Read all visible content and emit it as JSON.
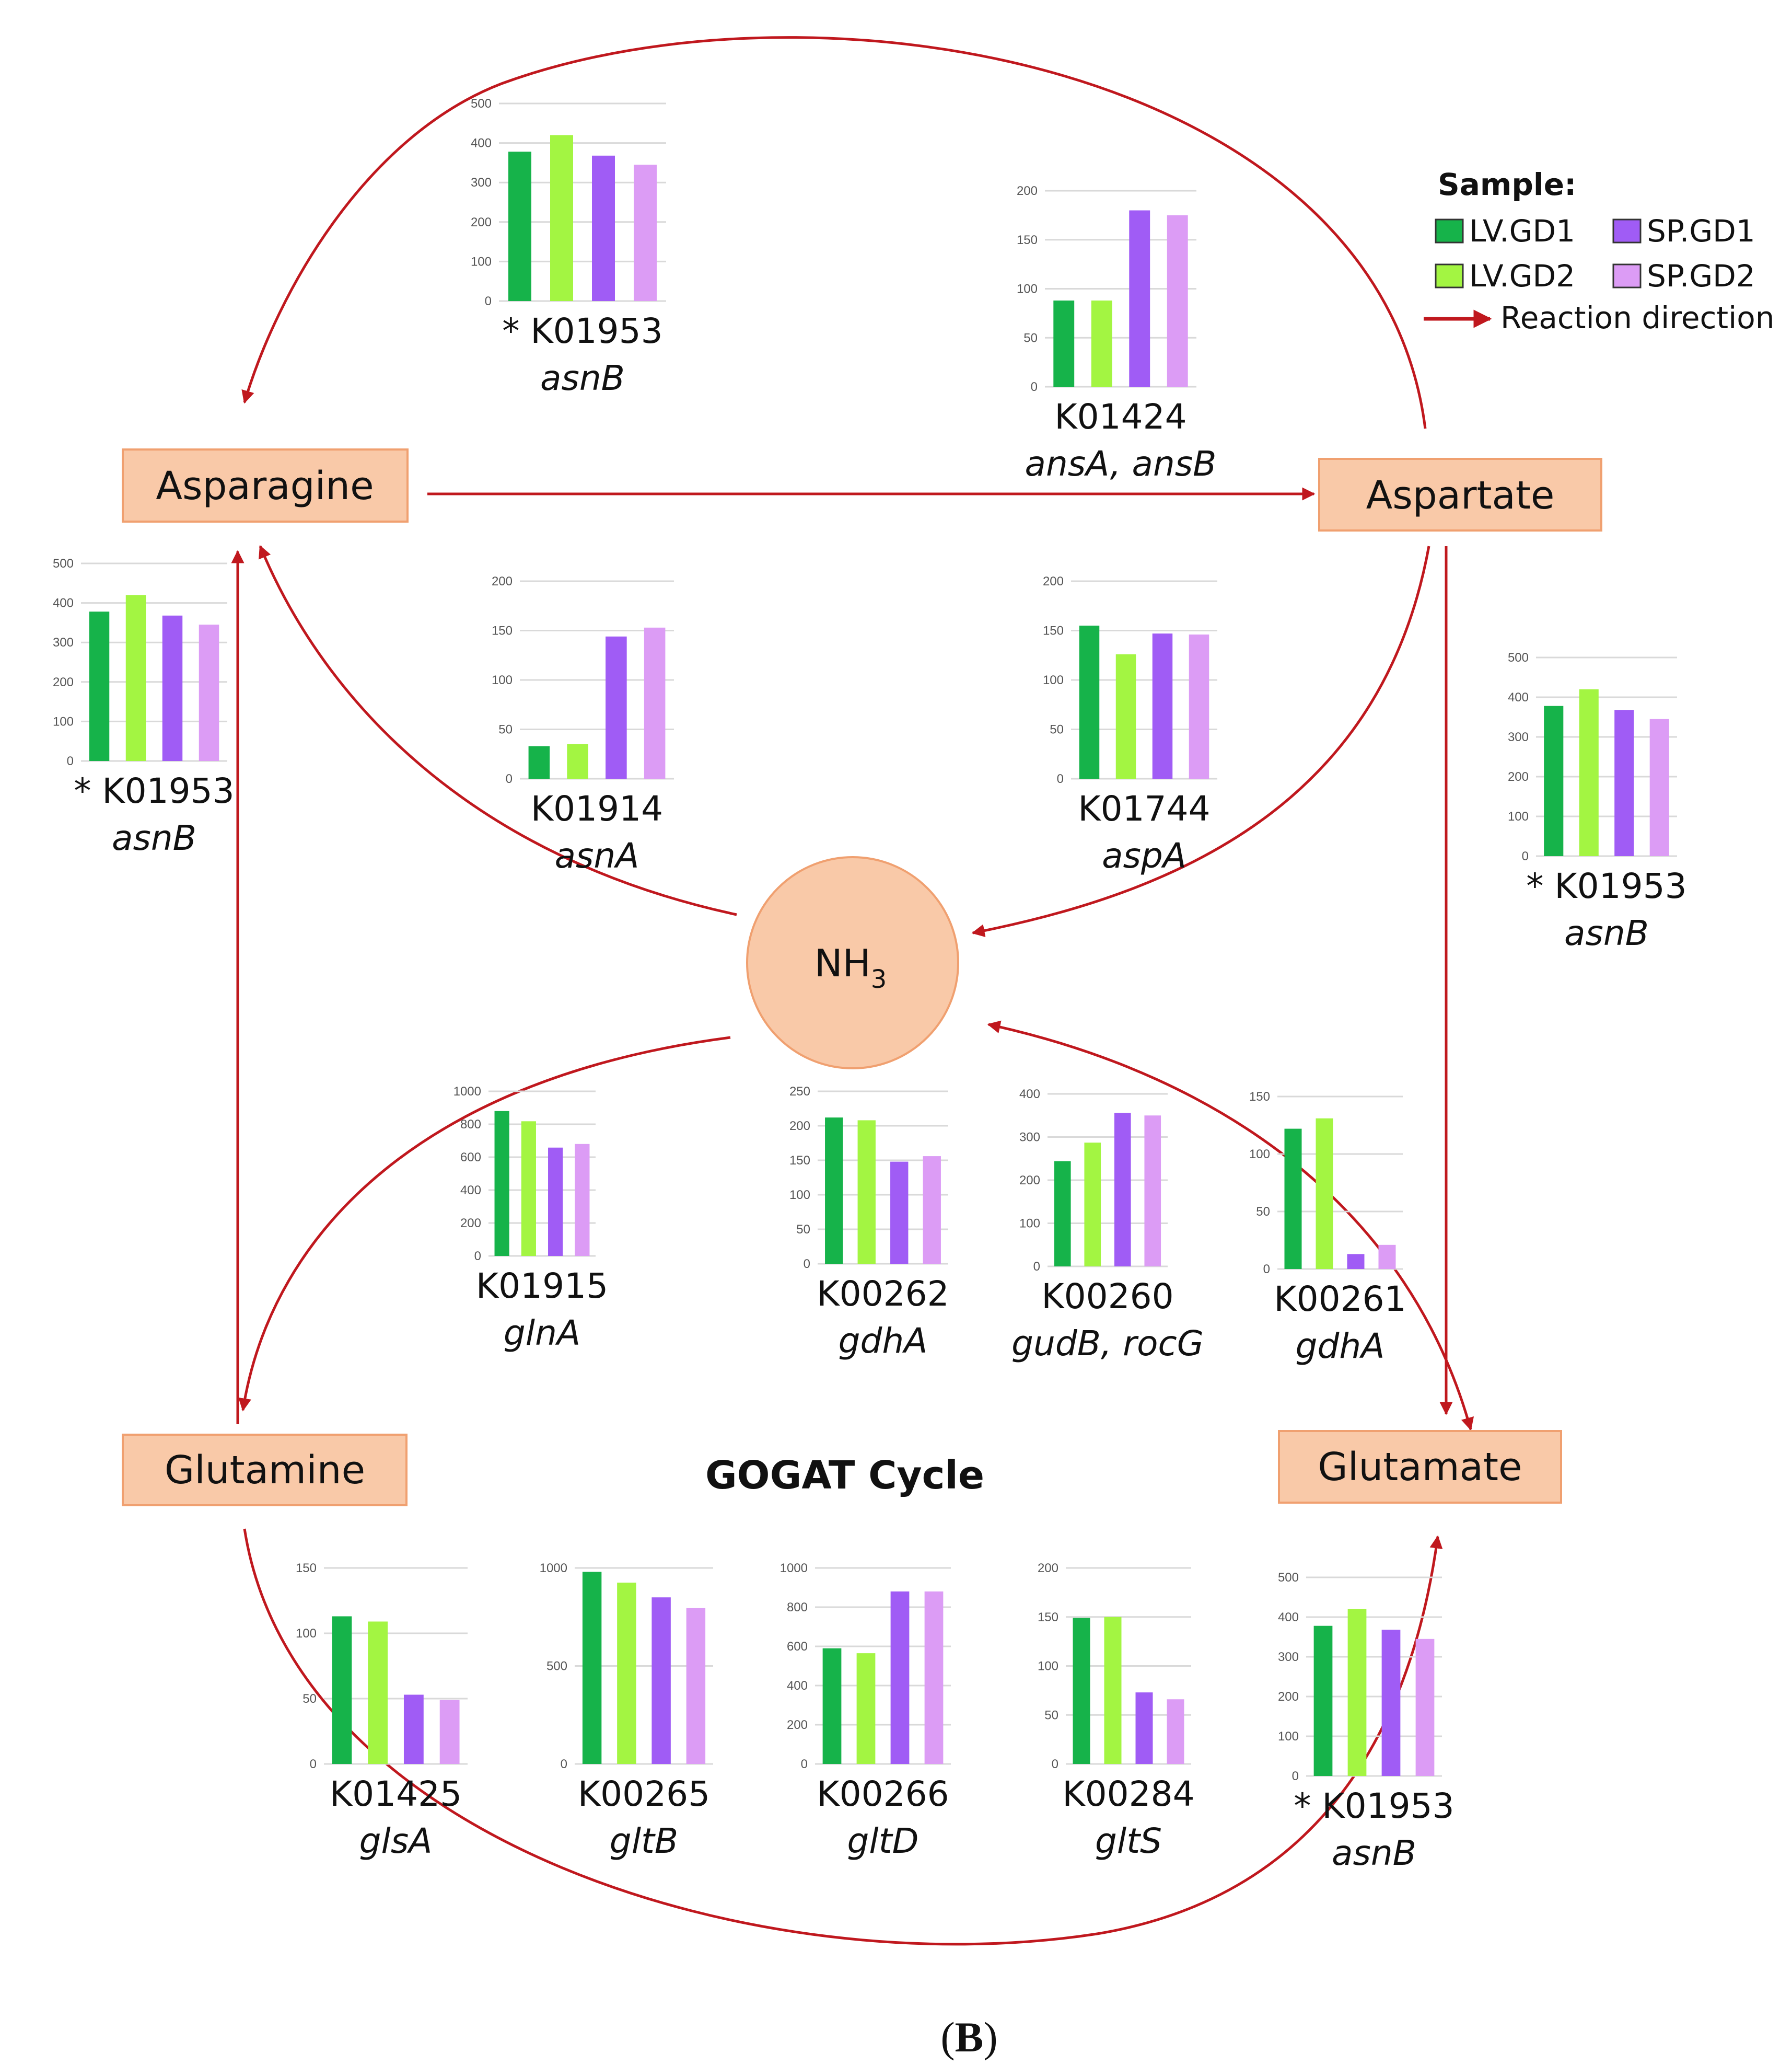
{
  "colors": {
    "LV.GD1": "#16b34a",
    "LV.GD2": "#a3f542",
    "SP.GD1": "#a05cf5",
    "SP.GD2": "#dc9cf5",
    "arrow": "#c0181e",
    "node_fill": "#f9c9a8",
    "node_stroke": "#f0a070",
    "grid": "#d9d9d9"
  },
  "nodes": {
    "asparagine": "Asparagine",
    "aspartate": "Aspartate",
    "glutamine": "Glutamine",
    "glutamate": "Glutamate",
    "nh3": "NH",
    "nh3_sub": "3"
  },
  "cycle_label": "GOGAT Cycle",
  "panel_label": "B",
  "legend": {
    "title": "Sample:",
    "items": [
      "LV.GD1",
      "LV.GD2",
      "SP.GD1",
      "SP.GD2"
    ],
    "reaction": "Reaction direction"
  },
  "chart_data": [
    {
      "id": "c-top-asnb",
      "type": "bar",
      "categories": [
        "LV.GD1",
        "LV.GD2",
        "SP.GD1",
        "SP.GD2"
      ],
      "values": [
        378,
        420,
        368,
        345
      ],
      "yticks": [
        0,
        100,
        200,
        300,
        400,
        500
      ],
      "ylim": [
        0,
        500
      ],
      "ko": "K01953",
      "gene": "asnB",
      "star": true
    },
    {
      "id": "c-k01424",
      "type": "bar",
      "categories": [
        "LV.GD1",
        "LV.GD2",
        "SP.GD1",
        "SP.GD2"
      ],
      "values": [
        88,
        88,
        180,
        175
      ],
      "yticks": [
        0,
        50,
        100,
        150,
        200
      ],
      "ylim": [
        0,
        200
      ],
      "ko": "K01424",
      "gene": "ansA, ansB",
      "star": false
    },
    {
      "id": "c-left-asnb",
      "type": "bar",
      "categories": [
        "LV.GD1",
        "LV.GD2",
        "SP.GD1",
        "SP.GD2"
      ],
      "values": [
        378,
        420,
        368,
        345
      ],
      "yticks": [
        0,
        100,
        200,
        300,
        400,
        500
      ],
      "ylim": [
        0,
        500
      ],
      "ko": "K01953",
      "gene": "asnB",
      "star": true
    },
    {
      "id": "c-k01914",
      "type": "bar",
      "categories": [
        "LV.GD1",
        "LV.GD2",
        "SP.GD1",
        "SP.GD2"
      ],
      "values": [
        33,
        35,
        144,
        153
      ],
      "yticks": [
        0,
        50,
        100,
        150,
        200
      ],
      "ylim": [
        0,
        200
      ],
      "ko": "K01914",
      "gene": "asnA",
      "star": false
    },
    {
      "id": "c-k01744",
      "type": "bar",
      "categories": [
        "LV.GD1",
        "LV.GD2",
        "SP.GD1",
        "SP.GD2"
      ],
      "values": [
        155,
        126,
        147,
        146
      ],
      "yticks": [
        0,
        50,
        100,
        150,
        200
      ],
      "ylim": [
        0,
        200
      ],
      "ko": "K01744",
      "gene": "aspA",
      "star": false
    },
    {
      "id": "c-right-asnb",
      "type": "bar",
      "categories": [
        "LV.GD1",
        "LV.GD2",
        "SP.GD1",
        "SP.GD2"
      ],
      "values": [
        378,
        420,
        368,
        345
      ],
      "yticks": [
        0,
        100,
        200,
        300,
        400,
        500
      ],
      "ylim": [
        0,
        500
      ],
      "ko": "K01953",
      "gene": "asnB",
      "star": true
    },
    {
      "id": "c-k01915",
      "type": "bar",
      "categories": [
        "LV.GD1",
        "LV.GD2",
        "SP.GD1",
        "SP.GD2"
      ],
      "values": [
        880,
        818,
        658,
        680
      ],
      "yticks": [
        0,
        200,
        400,
        600,
        800,
        1000
      ],
      "ylim": [
        0,
        1000
      ],
      "ko": "K01915",
      "gene": "glnA",
      "star": false
    },
    {
      "id": "c-k00262",
      "type": "bar",
      "categories": [
        "LV.GD1",
        "LV.GD2",
        "SP.GD1",
        "SP.GD2"
      ],
      "values": [
        212,
        208,
        148,
        156
      ],
      "yticks": [
        0,
        50,
        100,
        150,
        200,
        250
      ],
      "ylim": [
        0,
        250
      ],
      "ko": "K00262",
      "gene": "gdhA",
      "star": false
    },
    {
      "id": "c-k00260",
      "type": "bar",
      "categories": [
        "LV.GD1",
        "LV.GD2",
        "SP.GD1",
        "SP.GD2"
      ],
      "values": [
        244,
        287,
        356,
        350
      ],
      "yticks": [
        0,
        100,
        200,
        300,
        400
      ],
      "ylim": [
        0,
        400
      ],
      "ko": "K00260",
      "gene": "gudB, rocG",
      "star": false
    },
    {
      "id": "c-k00261",
      "type": "bar",
      "categories": [
        "LV.GD1",
        "LV.GD2",
        "SP.GD1",
        "SP.GD2"
      ],
      "values": [
        122,
        131,
        13,
        21
      ],
      "yticks": [
        0,
        50,
        100,
        150
      ],
      "ylim": [
        0,
        150
      ],
      "ko": "K00261",
      "gene": "gdhA",
      "star": false
    },
    {
      "id": "c-k01425",
      "type": "bar",
      "categories": [
        "LV.GD1",
        "LV.GD2",
        "SP.GD1",
        "SP.GD2"
      ],
      "values": [
        113,
        109,
        53,
        49
      ],
      "yticks": [
        0,
        50,
        100,
        150
      ],
      "ylim": [
        0,
        150
      ],
      "ko": "K01425",
      "gene": "glsA",
      "star": false
    },
    {
      "id": "c-k00265",
      "type": "bar",
      "categories": [
        "LV.GD1",
        "LV.GD2",
        "SP.GD1",
        "SP.GD2"
      ],
      "values": [
        980,
        925,
        850,
        795
      ],
      "yticks": [
        0,
        500,
        1000
      ],
      "ylim": [
        0,
        1000
      ],
      "ko": "K00265",
      "gene": "gltB",
      "star": false
    },
    {
      "id": "c-k00266",
      "type": "bar",
      "categories": [
        "LV.GD1",
        "LV.GD2",
        "SP.GD1",
        "SP.GD2"
      ],
      "values": [
        590,
        565,
        880,
        880
      ],
      "yticks": [
        0,
        200,
        400,
        600,
        800,
        1000
      ],
      "ylim": [
        0,
        1000
      ],
      "ko": "K00266",
      "gene": "gltD",
      "star": false
    },
    {
      "id": "c-k00284",
      "type": "bar",
      "categories": [
        "LV.GD1",
        "LV.GD2",
        "SP.GD1",
        "SP.GD2"
      ],
      "values": [
        149,
        150,
        73,
        66
      ],
      "yticks": [
        0,
        50,
        100,
        150,
        200
      ],
      "ylim": [
        0,
        200
      ],
      "ko": "K00284",
      "gene": "gltS",
      "star": false
    },
    {
      "id": "c-bottom-asnb",
      "type": "bar",
      "categories": [
        "LV.GD1",
        "LV.GD2",
        "SP.GD1",
        "SP.GD2"
      ],
      "values": [
        378,
        420,
        368,
        345
      ],
      "yticks": [
        0,
        100,
        200,
        300,
        400,
        500
      ],
      "ylim": [
        0,
        500
      ],
      "ko": "K01953",
      "gene": "asnB",
      "star": true
    }
  ]
}
